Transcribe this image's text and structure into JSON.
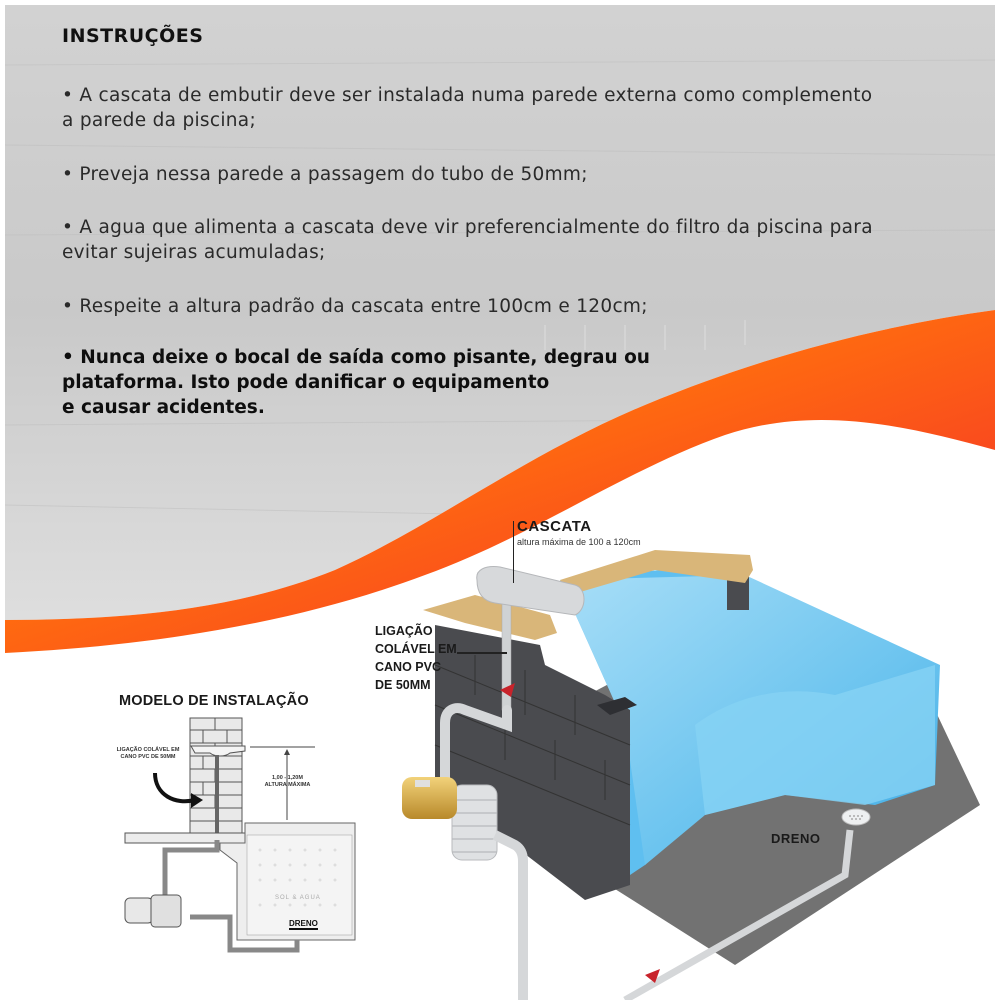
{
  "header": {
    "title": "INSTRUÇÕES"
  },
  "instructions": [
    {
      "line1": "• A cascata de embutir deve ser instalada numa parede externa como complemento",
      "line2": "a parede da piscina;"
    },
    {
      "line1": "• Preveja nessa parede a passagem do tubo de 50mm;"
    },
    {
      "line1": "• A agua que alimenta a cascata deve vir preferencialmente do filtro da piscina para",
      "line2": "evitar sujeiras acumuladas;"
    },
    {
      "line1": "• Respeite a altura padrão da cascata entre 100cm e 120cm;"
    }
  ],
  "warning": {
    "line1": "• Nunca deixe o bocal de saída como pisante, degrau ou",
    "line2": "plataforma. Isto pode danificar o equipamento",
    "line3": "e causar acidentes."
  },
  "diagram_3d": {
    "cascata_title": "CASCATA",
    "cascata_subtitle": "altura máxima de 100 a 120cm",
    "ligacao_label": [
      "LIGAÇÃO",
      "COLÁVEL EM",
      "CANO PVC",
      "DE 50MM"
    ],
    "dreno_label": "DRENO"
  },
  "diagram_2d": {
    "title": "MODELO DE INSTALAÇÃO",
    "ligacao_label": [
      "LIGAÇÃO COLÁVEL EM",
      "CANO PVC DE 50MM"
    ],
    "height_label": [
      "1,00 - 1,20M",
      "ALTURA MÁXIMA"
    ],
    "logo_text": "SOL & AGUA",
    "dreno_label": "DRENO"
  },
  "colors": {
    "background_gray": "#d6d6d6",
    "wave_orange": "#ff8a00",
    "wave_red": "#f4262a",
    "pool_blue": "#7ccdf2",
    "block_gray": "#4a4b4f",
    "coping_tan": "#d9b679"
  }
}
